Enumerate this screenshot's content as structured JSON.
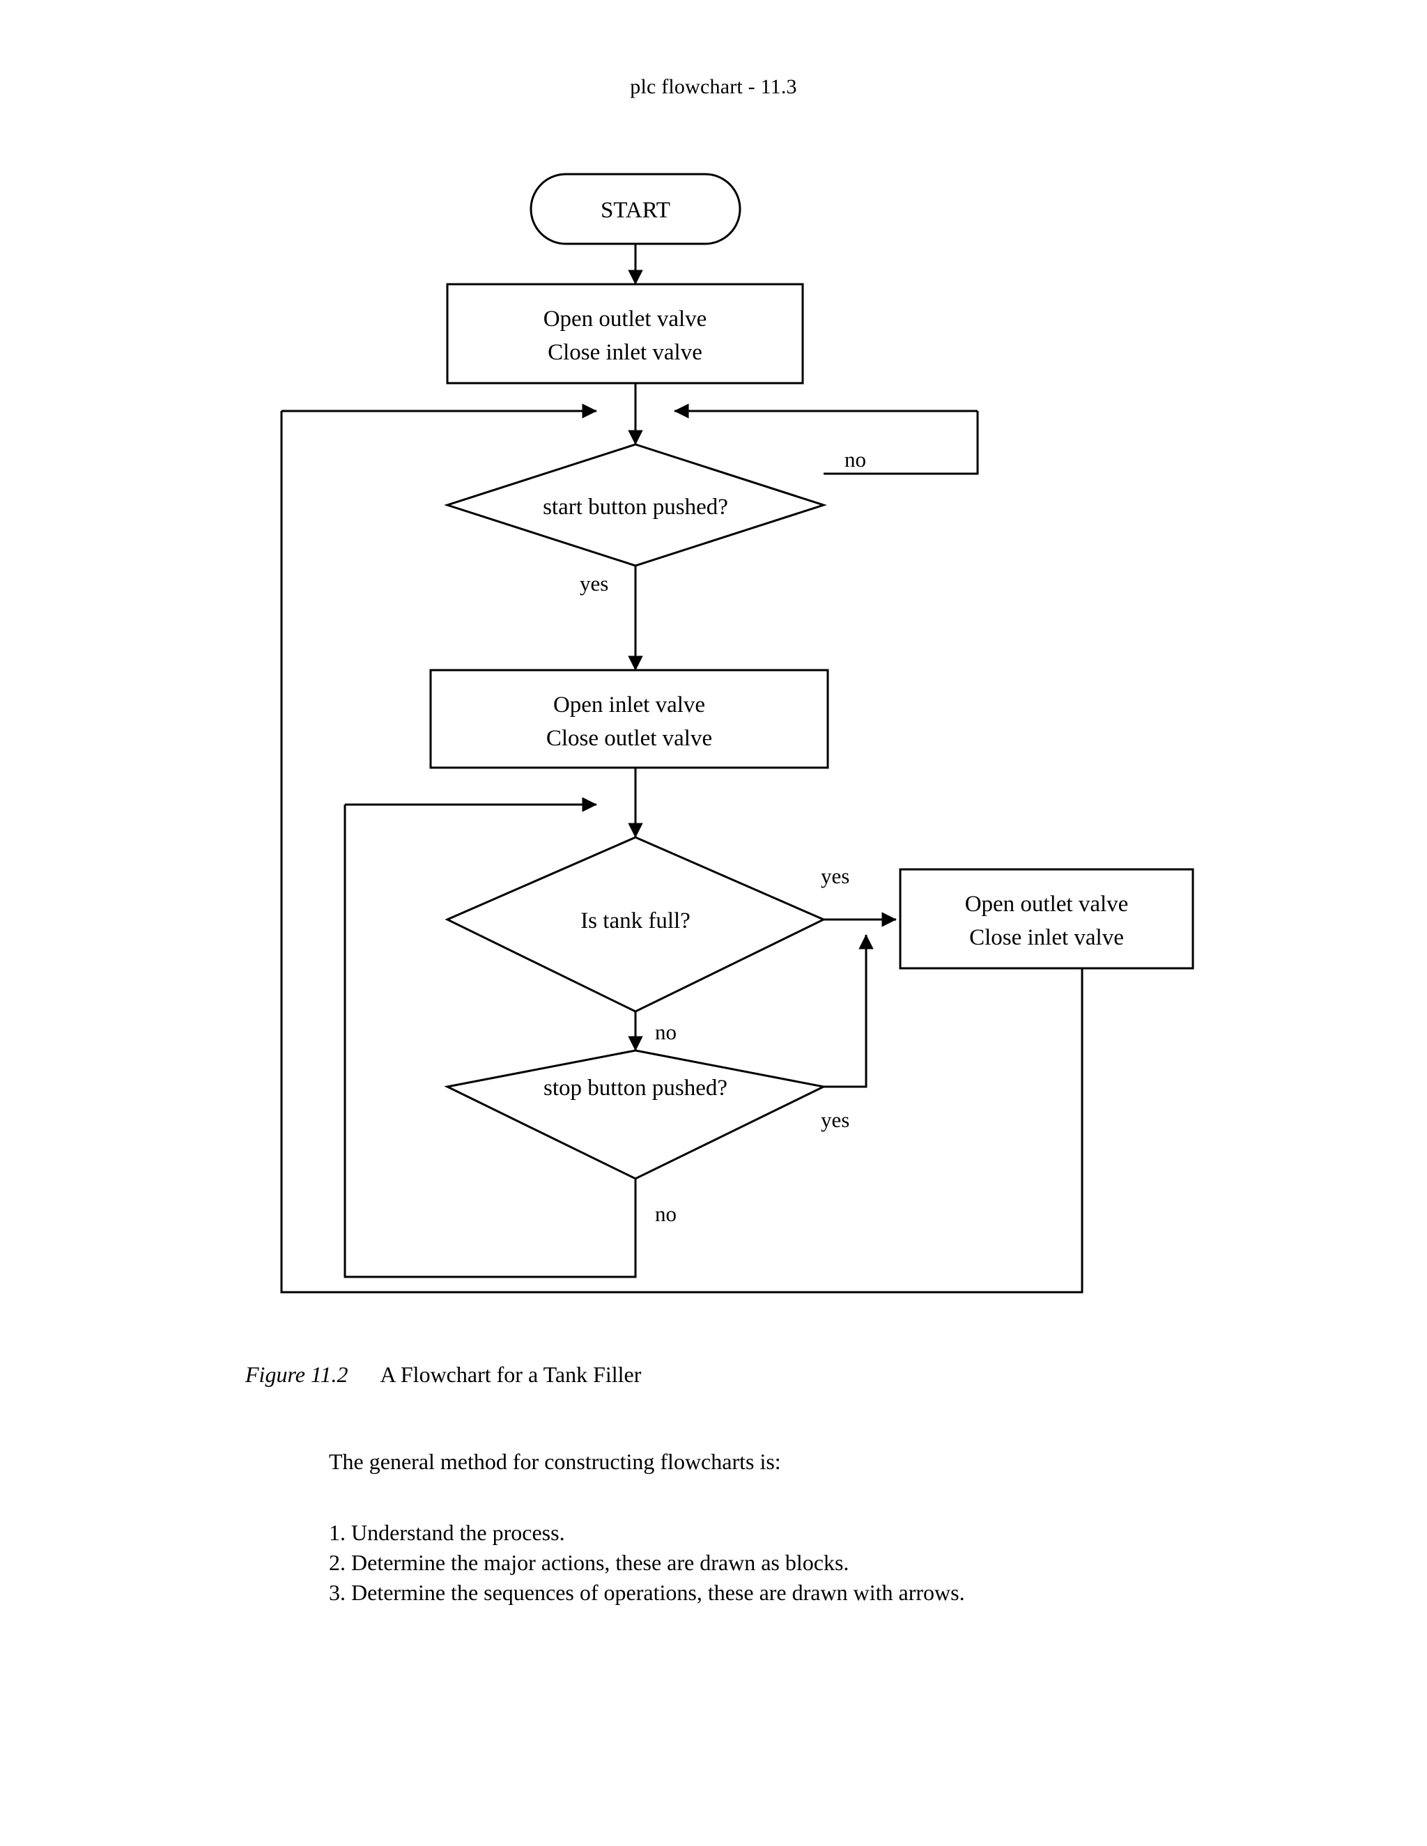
{
  "header": {
    "running_title": "plc flowchart - 11.3"
  },
  "figure": {
    "caption_number": "Figure 11.2",
    "caption_text": "A Flowchart for a Tank Filler",
    "nodes": {
      "start": {
        "type": "terminator",
        "label": "START"
      },
      "process_1": {
        "type": "process",
        "line1": "Open outlet valve",
        "line2": "Close inlet valve"
      },
      "decision_1": {
        "type": "decision",
        "label": "start button pushed?"
      },
      "process_2": {
        "type": "process",
        "line1": "Open inlet valve",
        "line2": "Close outlet valve"
      },
      "decision_2": {
        "type": "decision",
        "label": "Is tank full?"
      },
      "process_3": {
        "type": "process",
        "line1": "Open outlet valve",
        "line2": "Close inlet valve"
      },
      "decision_3": {
        "type": "decision",
        "label": "stop button pushed?"
      }
    },
    "edge_labels": {
      "d1_no": "no",
      "d1_yes": "yes",
      "d2_yes": "yes",
      "d2_no": "no",
      "d3_yes": "yes",
      "d3_no": "no"
    }
  },
  "body": {
    "intro": "The general method for constructing flowcharts is:",
    "steps": [
      "1. Understand the process.",
      "2. Determine the major actions, these are drawn as blocks.",
      "3. Determine the sequences of operations, these are drawn with arrows."
    ]
  },
  "colors": {
    "ink": "#000000",
    "paper": "#ffffff"
  }
}
